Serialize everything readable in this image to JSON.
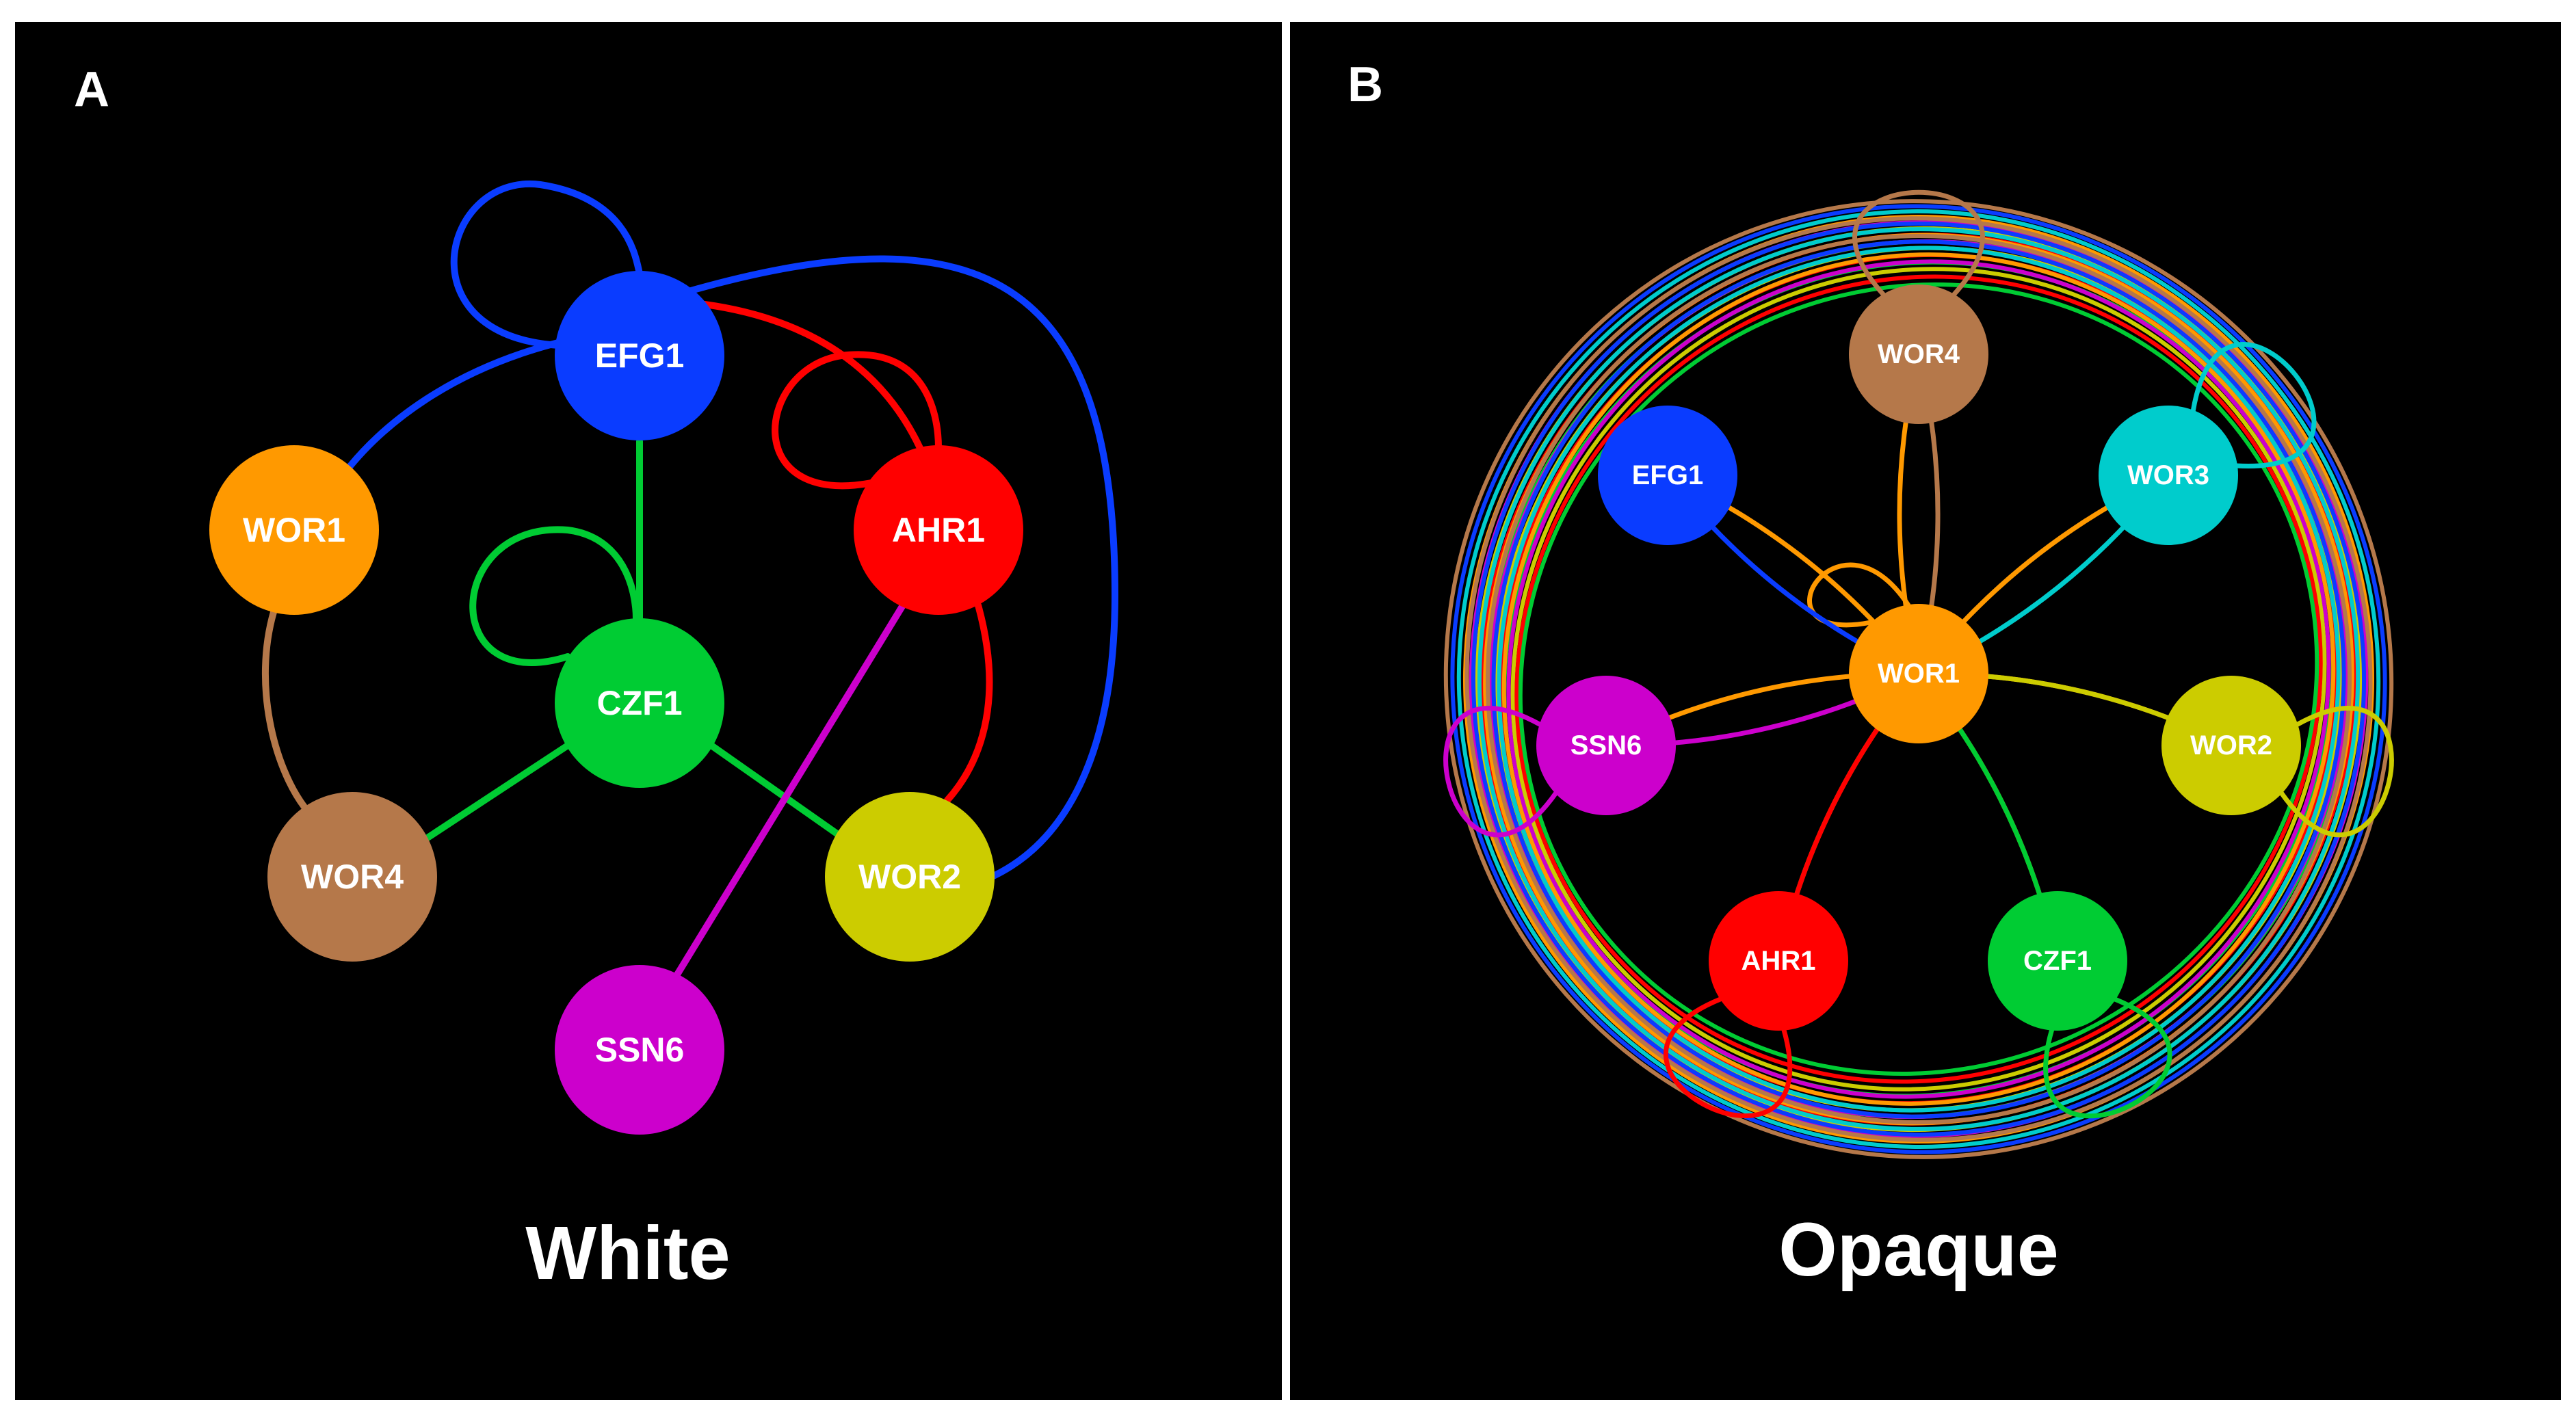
{
  "panels": [
    {
      "id": "A",
      "letter": "A",
      "caption": "White",
      "nodes": [
        {
          "id": "EFG1",
          "label": "EFG1",
          "color": "#0a3cff"
        },
        {
          "id": "AHR1",
          "label": "AHR1",
          "color": "#ff0000"
        },
        {
          "id": "WOR1",
          "label": "WOR1",
          "color": "#ff9900"
        },
        {
          "id": "CZF1",
          "label": "CZF1",
          "color": "#00cc33"
        },
        {
          "id": "WOR4",
          "label": "WOR4",
          "color": "#b5784a"
        },
        {
          "id": "WOR2",
          "label": "WOR2",
          "color": "#cccc00"
        },
        {
          "id": "SSN6",
          "label": "SSN6",
          "color": "#cc00cc"
        }
      ],
      "edges": [
        {
          "from": "EFG1",
          "to": "EFG1",
          "color": "#0a3cff"
        },
        {
          "from": "EFG1",
          "to": "WOR1",
          "color": "#0a3cff"
        },
        {
          "from": "EFG1",
          "to": "WOR2",
          "color": "#0a3cff"
        },
        {
          "from": "EFG1",
          "to": "AHR1",
          "color": "#ff0000"
        },
        {
          "from": "AHR1",
          "to": "AHR1",
          "color": "#ff0000"
        },
        {
          "from": "AHR1",
          "to": "WOR2",
          "color": "#ff0000"
        },
        {
          "from": "EFG1",
          "to": "CZF1",
          "color": "#00cc33"
        },
        {
          "from": "CZF1",
          "to": "CZF1",
          "color": "#00cc33"
        },
        {
          "from": "CZF1",
          "to": "WOR4",
          "color": "#00cc33"
        },
        {
          "from": "CZF1",
          "to": "WOR2",
          "color": "#00cc33"
        },
        {
          "from": "WOR1",
          "to": "WOR4",
          "color": "#b5784a"
        },
        {
          "from": "AHR1",
          "to": "SSN6",
          "color": "#cc00cc"
        }
      ]
    },
    {
      "id": "B",
      "letter": "B",
      "caption": "Opaque",
      "nodes": [
        {
          "id": "WOR4",
          "label": "WOR4",
          "color": "#b5784a"
        },
        {
          "id": "EFG1",
          "label": "EFG1",
          "color": "#0a3cff"
        },
        {
          "id": "WOR3",
          "label": "WOR3",
          "color": "#00cccc"
        },
        {
          "id": "WOR1",
          "label": "WOR1",
          "color": "#ff9900"
        },
        {
          "id": "SSN6",
          "label": "SSN6",
          "color": "#cc00cc"
        },
        {
          "id": "WOR2",
          "label": "WOR2",
          "color": "#cccc00"
        },
        {
          "id": "AHR1",
          "label": "AHR1",
          "color": "#ff0000"
        },
        {
          "id": "CZF1",
          "label": "CZF1",
          "color": "#00cc33"
        }
      ],
      "edges": [
        {
          "from": "WOR4",
          "to": "WOR4",
          "color": "#b5784a"
        },
        {
          "from": "WOR3",
          "to": "WOR3",
          "color": "#00cccc"
        },
        {
          "from": "WOR1",
          "to": "WOR1",
          "color": "#ff9900"
        },
        {
          "from": "SSN6",
          "to": "SSN6",
          "color": "#cc00cc"
        },
        {
          "from": "WOR2",
          "to": "WOR2",
          "color": "#cccc00"
        },
        {
          "from": "AHR1",
          "to": "AHR1",
          "color": "#ff0000"
        },
        {
          "from": "CZF1",
          "to": "CZF1",
          "color": "#00cc33"
        },
        {
          "from": "WOR1",
          "to": "WOR4",
          "color": "#ff9900"
        },
        {
          "from": "WOR1",
          "to": "EFG1",
          "color": "#ff9900"
        },
        {
          "from": "WOR1",
          "to": "WOR3",
          "color": "#ff9900"
        },
        {
          "from": "WOR1",
          "to": "SSN6",
          "color": "#ff9900"
        },
        {
          "from": "WOR1",
          "to": "WOR2",
          "color": "#ff9900"
        },
        {
          "from": "WOR1",
          "to": "AHR1",
          "color": "#ff9900"
        },
        {
          "from": "WOR1",
          "to": "CZF1",
          "color": "#ff9900"
        },
        {
          "from": "EFG1",
          "to": "WOR1",
          "color": "#0a3cff"
        },
        {
          "from": "WOR3",
          "to": "WOR1",
          "color": "#00cccc"
        },
        {
          "from": "SSN6",
          "to": "WOR1",
          "color": "#cc00cc"
        },
        {
          "from": "AHR1",
          "to": "WOR1",
          "color": "#ff0000"
        },
        {
          "from": "CZF1",
          "to": "WOR1",
          "color": "#00cc33"
        },
        {
          "from": "WOR4",
          "to": "WOR1",
          "color": "#b5784a"
        },
        {
          "from": "WOR2",
          "to": "WOR1",
          "color": "#cccc00"
        }
      ]
    }
  ]
}
